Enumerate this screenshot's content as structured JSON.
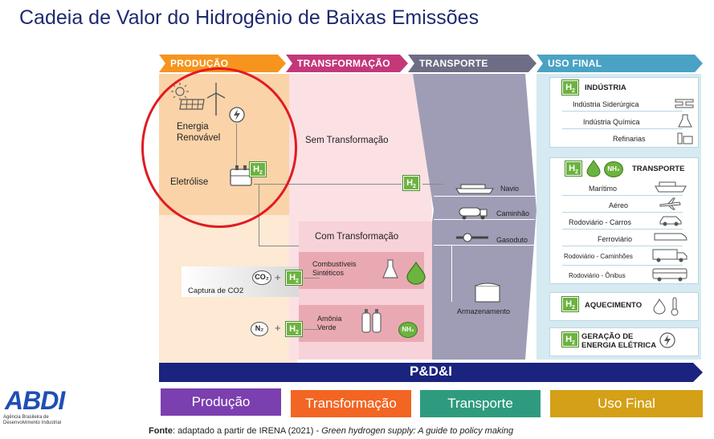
{
  "title": "Cadeia de Valor do Hidrogênio de Baixas Emissões",
  "stages": {
    "producao": "PRODUÇÃO",
    "transformacao": "TRANSFORMAÇÃO",
    "transporte": "TRANSPORTE",
    "uso_final": "USO FINAL"
  },
  "producao": {
    "energia_renovavel": "Energia Renovável",
    "eletrolise": "Eletrólise",
    "captura": "Captura de CO2",
    "co2": "CO₂",
    "n2": "N₂",
    "plus": "+"
  },
  "transformacao": {
    "sem": "Sem Transformação",
    "com": "Com Transformação",
    "combustiveis": "Combustíveis Sintéticos",
    "amonia": "Amônia Verde"
  },
  "transporte": {
    "navio": "Navio",
    "caminhao": "Caminhão",
    "gasoduto": "Gasoduto",
    "armazenamento": "Armazenamento"
  },
  "uso_final": {
    "industria": {
      "title": "INDÚSTRIA",
      "items": [
        "Indústria Siderúrgica",
        "Indústria Química",
        "Refinarias"
      ]
    },
    "transporte": {
      "title": "TRANSPORTE",
      "items": [
        "Marítimo",
        "Aéreo",
        "Rodoviário - Carros",
        "Ferroviário",
        "Rodoviário - Caminhões",
        "Rodoviário - Ônibus"
      ]
    },
    "aquecimento": {
      "title": "AQUECIMENTO"
    },
    "geracao": {
      "title": "GERAÇÃO DE ENERGIA ELÉTRICA"
    }
  },
  "h2_label": "H",
  "h2_sub": "2",
  "nh3_label": "NH₃",
  "pdi": "P&D&I",
  "bottom": {
    "producao": "Produção",
    "transformacao": "Transformação",
    "transporte": "Transporte",
    "uso_final": "Uso Final"
  },
  "logo": {
    "name": "ABDI",
    "subtitle": "Agência Brasileira de Desenvolvimento Industrial"
  },
  "source": {
    "label": "Fonte",
    "text": ": adaptado a partir de IRENA (2021) - ",
    "italic": "Green hydrogen supply: A guide to policy making"
  },
  "colors": {
    "producao": "#f7941d",
    "transformacao": "#c4387a",
    "transporte": "#6d6d85",
    "uso_final": "#4aa3c4",
    "highlight_circle": "#e11b22",
    "pdi": "#1a237e",
    "box_producao": "#7b3fb0",
    "box_transformacao": "#f26522",
    "box_transporte": "#2e9b7f",
    "box_uso_final": "#d4a017"
  }
}
